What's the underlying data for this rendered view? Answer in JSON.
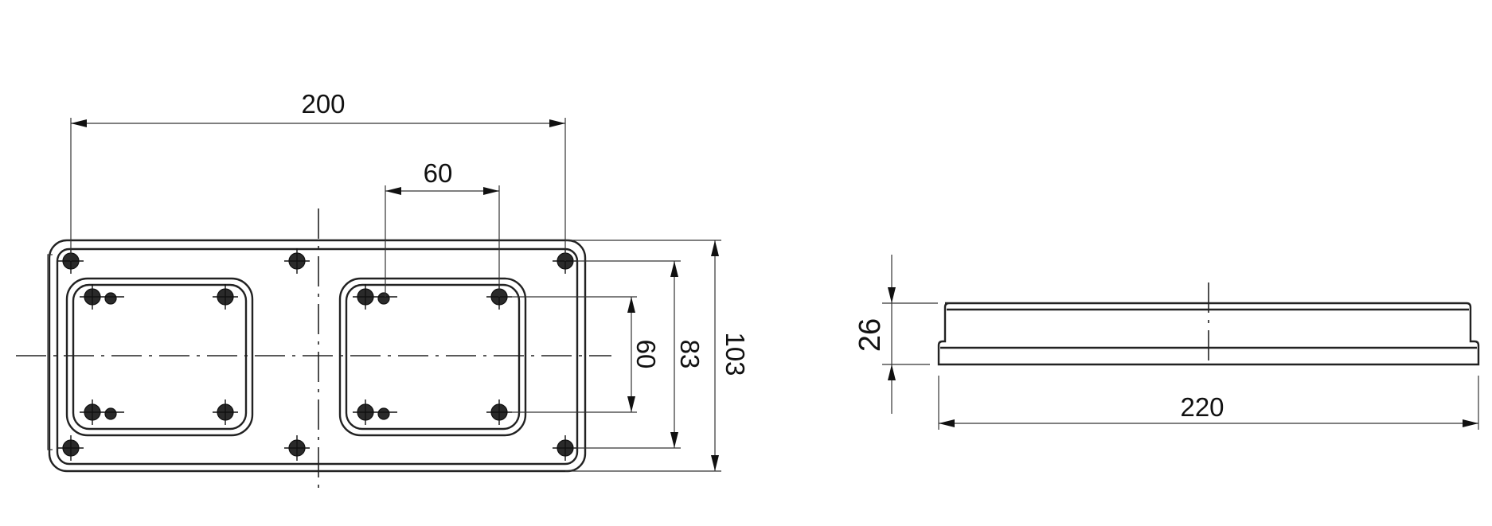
{
  "front_view": {
    "dimensions": {
      "hole_spacing_width": "200",
      "inner_hole_spacing": "60",
      "vertical_hole_spacing": "60",
      "hole_spacing_height": "83",
      "overall_height": "103"
    }
  },
  "side_view": {
    "dimensions": {
      "overall_depth": "26",
      "overall_length": "220"
    }
  },
  "colors": {
    "line": "#222222",
    "background": "#ffffff"
  }
}
